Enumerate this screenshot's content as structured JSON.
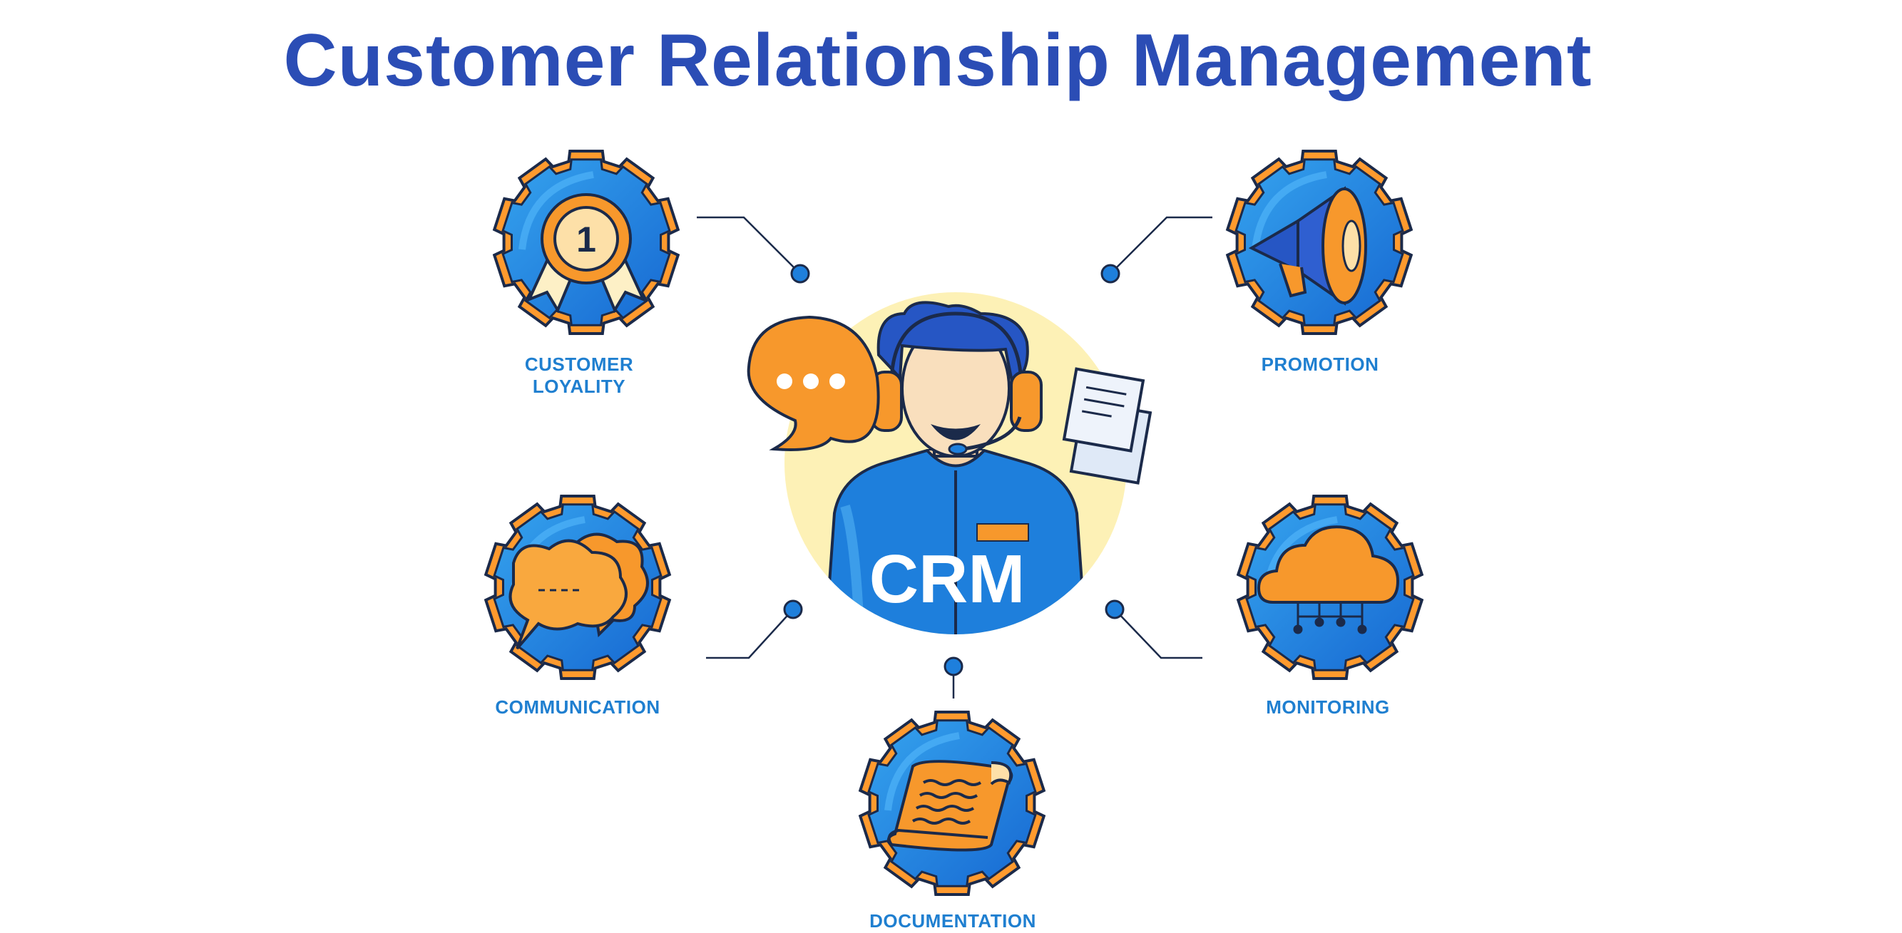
{
  "title": "Customer Relationship Management",
  "center": {
    "label": "CRM"
  },
  "nodes": [
    {
      "id": "loyalty",
      "label": "CUSTOMER\nLOYALITY",
      "icon": "medal-icon"
    },
    {
      "id": "promotion",
      "label": "PROMOTION",
      "icon": "megaphone-icon"
    },
    {
      "id": "communication",
      "label": "COMMUNICATION",
      "icon": "speech-bubbles-icon"
    },
    {
      "id": "monitoring",
      "label": "MONITORING",
      "icon": "cloud-network-icon"
    },
    {
      "id": "documentation",
      "label": "DOCUMENTATION",
      "icon": "scroll-icon"
    }
  ],
  "medal_number": "1",
  "colors": {
    "title": "#2b4db5",
    "label": "#1f7fd0",
    "badge_blue": "#1e7fdc",
    "badge_border": "#ff9a2e",
    "accent_orange": "#f7982c",
    "center_bg": "#fdf1b6",
    "outline": "#1b2a4a"
  }
}
